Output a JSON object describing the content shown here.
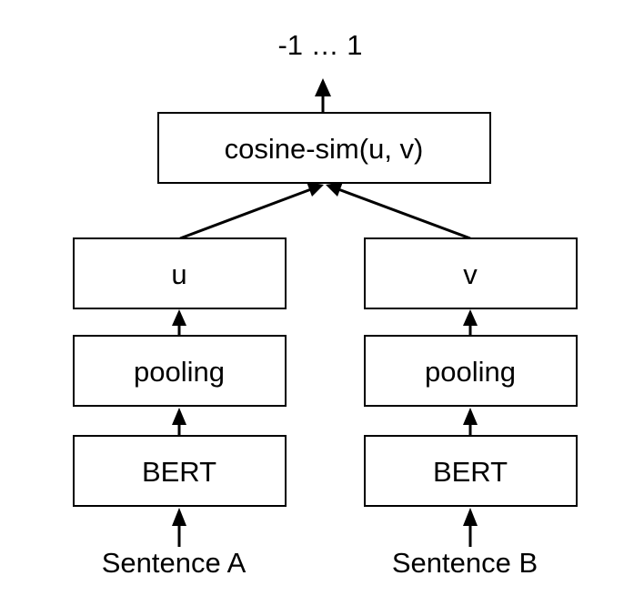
{
  "output_range": "-1 … 1",
  "similarity_label": "cosine-sim(u, v)",
  "left_branch": {
    "embedding": "u",
    "pooling": "pooling",
    "encoder": "BERT",
    "input": "Sentence A"
  },
  "right_branch": {
    "embedding": "v",
    "pooling": "pooling",
    "encoder": "BERT",
    "input": "Sentence B"
  },
  "colors": {
    "stroke": "#000000",
    "background": "#ffffff"
  }
}
